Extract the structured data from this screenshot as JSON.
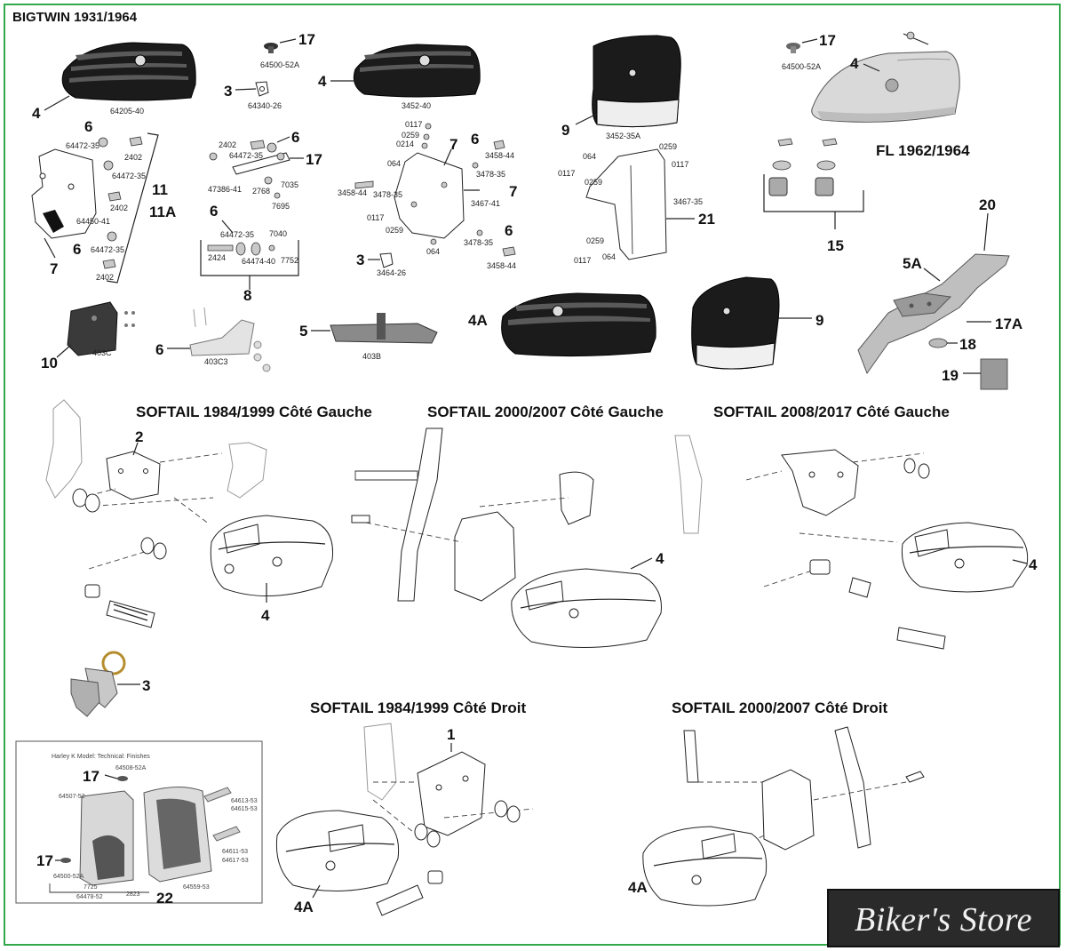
{
  "section_titles": {
    "bigtwin": "BIGTWIN 1931/1964",
    "fl": "FL 1962/1964",
    "softail_8499_left": "SOFTAIL 1984/1999 Côté Gauche",
    "softail_0007_left": "SOFTAIL 2000/2007 Côté Gauche",
    "softail_0817_left": "SOFTAIL 2008/2017 Côté Gauche",
    "softail_8499_right": "SOFTAIL 1984/1999 Côté Droit",
    "softail_0007_right": "SOFTAIL 2000/2007 Côté Droit"
  },
  "inset_title": "Harley K Model: Technical: Finishes",
  "logo_text": "Biker's Store",
  "callouts": {
    "c1": "1",
    "c2": "2",
    "c3a": "3",
    "c3b": "3",
    "c3c": "3",
    "c4a": "4",
    "c4b": "4",
    "c4c": "4",
    "c4d": "4",
    "c4e": "4",
    "c4f": "4",
    "c4Aa": "4A",
    "c4Ab": "4A",
    "c4Ac": "4A",
    "c5": "5",
    "c5A": "5A",
    "c6a": "6",
    "c6b": "6",
    "c6c": "6",
    "c6d": "6",
    "c6e": "6",
    "c6f": "6",
    "c6g": "6",
    "c7a": "7",
    "c7b": "7",
    "c7c": "7",
    "c8": "8",
    "c9a": "9",
    "c9b": "9",
    "c10": "10",
    "c11": "11",
    "c11A": "11A",
    "c15": "15",
    "c17a": "17",
    "c17b": "17",
    "c17c": "17",
    "c17d": "17",
    "c17e": "17",
    "c17A": "17A",
    "c18": "18",
    "c19": "19",
    "c20": "20",
    "c21": "21",
    "c22": "22"
  },
  "part_numbers": {
    "p64205_40": "64205-40",
    "p64500_52A_a": "64500-52A",
    "p64340_26": "64340-26",
    "p3452_40": "3452-40",
    "p3452_35A": "3452-35A",
    "p64500_52A_b": "64500-52A",
    "p64472_35_a": "64472-35",
    "p2402_a": "2402",
    "p64472_35_b": "64472-35",
    "p2402_b": "2402",
    "p64450_41": "64450-41",
    "p64472_35_c": "64472-35",
    "p2402_c": "2402",
    "p2402_d": "2402",
    "p64472_35_d": "64472-35",
    "p47386_41": "47386-41",
    "p2768": "2768",
    "p7035": "7035",
    "p7695": "7695",
    "p64472_35_e": "64472-35",
    "p2424": "2424",
    "p64474_40": "64474-40",
    "p7040": "7040",
    "p7752": "7752",
    "p0117_a": "0117",
    "p0259_a": "0259",
    "p0214": "0214",
    "p064_a": "064",
    "p3458_44_a": "3458-44",
    "p3478_35_a": "3478-35",
    "p3458_44_b": "3458-44",
    "p3478_35_b": "3478-35",
    "p3467_41": "3467-41",
    "p0117_b": "0117",
    "p0259_b": "0259",
    "p064_b": "064",
    "p3478_35_c": "3478-35",
    "p3458_44_c": "3458-44",
    "p3464_26": "3464-26",
    "p064_c": "064",
    "p0117_c": "0117",
    "p0259_c": "0259",
    "p0259_d": "0259",
    "p0117_d": "0117",
    "p3467_35": "3467-35",
    "p0259_e": "0259",
    "p0117_e": "0117",
    "p064_d": "064",
    "p403C": "403C",
    "p403C3": "403C3",
    "p403B": "403B"
  },
  "inset_labels": {
    "i64508_52A": "64508-52A",
    "i64507_52": "64507-52",
    "i64613_53": "64613-53",
    "i64615_53": "64615-53",
    "i64611_53": "64611-53",
    "i64617_53": "64617-53",
    "i64500_52A": "64500-52A",
    "i7725": "7725",
    "i64478_52": "64478-52",
    "i2823": "2823",
    "i64559_53": "64559-53"
  },
  "colors": {
    "frame": "#33a84a",
    "logo_bg": "#2a2a2a",
    "ink": "#111111"
  }
}
